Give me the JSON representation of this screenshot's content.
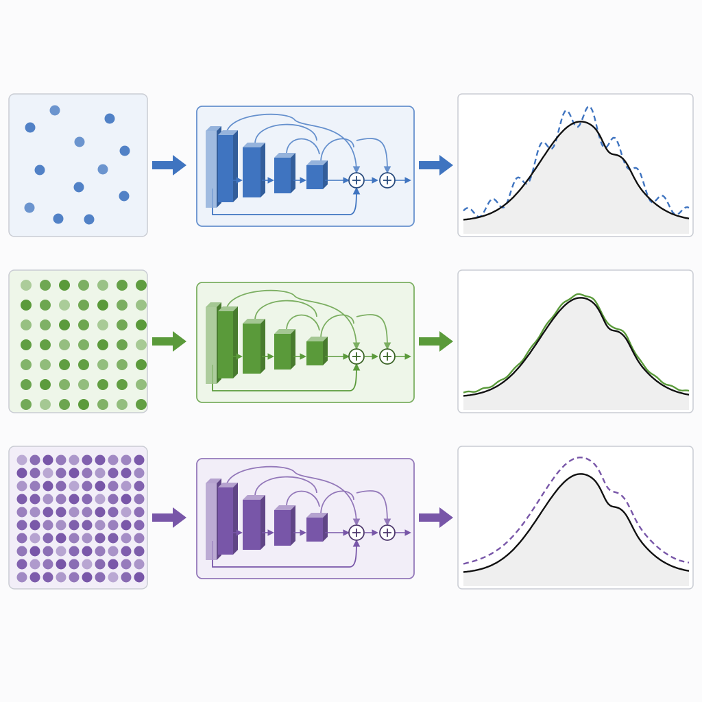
{
  "rows": [
    {
      "id": "sparse",
      "color": "#3f74c0",
      "light": "#eef3fa",
      "samples": "sparse",
      "prediction_style": "dashed",
      "prediction_fit": "oscillating"
    },
    {
      "id": "medium",
      "color": "#5a9a3a",
      "light": "#eef6e9",
      "samples": "medium",
      "prediction_style": "solid",
      "prediction_fit": "close"
    },
    {
      "id": "dense",
      "color": "#7856a8",
      "light": "#f2eef8",
      "samples": "dense",
      "prediction_style": "dashed",
      "prediction_fit": "offset"
    }
  ],
  "reference_color": "#111111",
  "network_icon": "cnn-encoder-with-skip-connections",
  "sum_node_icon": "plus-circle-icon",
  "arrow_icon": "arrow-right-icon"
}
